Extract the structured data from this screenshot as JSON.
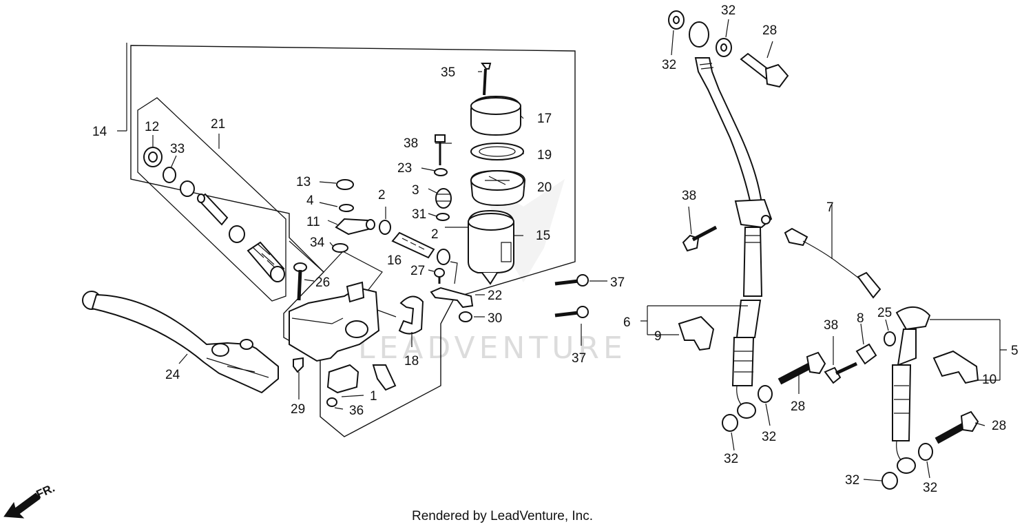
{
  "diagram": {
    "footer": "Rendered by LeadVenture, Inc.",
    "watermark": "LEADVENTURE",
    "direction_label": "FR.",
    "callouts": [
      {
        "id": "c1",
        "text": "1"
      },
      {
        "id": "c2a",
        "text": "2"
      },
      {
        "id": "c2b",
        "text": "2"
      },
      {
        "id": "c3",
        "text": "3"
      },
      {
        "id": "c4",
        "text": "4"
      },
      {
        "id": "c5",
        "text": "5"
      },
      {
        "id": "c6",
        "text": "6"
      },
      {
        "id": "c7",
        "text": "7"
      },
      {
        "id": "c8",
        "text": "8"
      },
      {
        "id": "c9",
        "text": "9"
      },
      {
        "id": "c10",
        "text": "10"
      },
      {
        "id": "c11",
        "text": "11"
      },
      {
        "id": "c12",
        "text": "12"
      },
      {
        "id": "c13",
        "text": "13"
      },
      {
        "id": "c14",
        "text": "14"
      },
      {
        "id": "c15",
        "text": "15"
      },
      {
        "id": "c16",
        "text": "16"
      },
      {
        "id": "c17",
        "text": "17"
      },
      {
        "id": "c18",
        "text": "18"
      },
      {
        "id": "c19",
        "text": "19"
      },
      {
        "id": "c20",
        "text": "20"
      },
      {
        "id": "c21",
        "text": "21"
      },
      {
        "id": "c22",
        "text": "22"
      },
      {
        "id": "c23",
        "text": "23"
      },
      {
        "id": "c24",
        "text": "24"
      },
      {
        "id": "c25",
        "text": "25"
      },
      {
        "id": "c26",
        "text": "26"
      },
      {
        "id": "c27",
        "text": "27"
      },
      {
        "id": "c28a",
        "text": "28"
      },
      {
        "id": "c28b",
        "text": "28"
      },
      {
        "id": "c28c",
        "text": "28"
      },
      {
        "id": "c29",
        "text": "29"
      },
      {
        "id": "c30",
        "text": "30"
      },
      {
        "id": "c31",
        "text": "31"
      },
      {
        "id": "c32a",
        "text": "32"
      },
      {
        "id": "c32b",
        "text": "32"
      },
      {
        "id": "c32c",
        "text": "32"
      },
      {
        "id": "c32d",
        "text": "32"
      },
      {
        "id": "c32e",
        "text": "32"
      },
      {
        "id": "c32f",
        "text": "32"
      },
      {
        "id": "c33",
        "text": "33"
      },
      {
        "id": "c34",
        "text": "34"
      },
      {
        "id": "c35",
        "text": "35"
      },
      {
        "id": "c36",
        "text": "36"
      },
      {
        "id": "c37a",
        "text": "37"
      },
      {
        "id": "c37b",
        "text": "37"
      },
      {
        "id": "c38a",
        "text": "38"
      },
      {
        "id": "c38b",
        "text": "38"
      },
      {
        "id": "c38c",
        "text": "38"
      }
    ]
  }
}
